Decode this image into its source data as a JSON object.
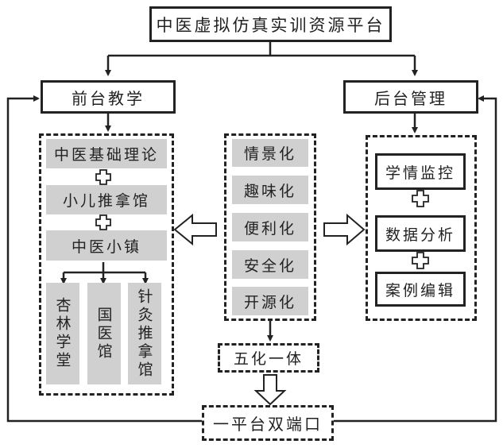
{
  "title": "中医虚拟仿真实训资源平台",
  "front": {
    "label": "前台教学",
    "modules": [
      "中医基础理论",
      "小儿推拿馆",
      "中医小镇"
    ],
    "town_sub": [
      "杏林学堂",
      "国医馆",
      "针灸推拿馆"
    ]
  },
  "back": {
    "label": "后台管理",
    "modules": [
      "学情监控",
      "数据分析",
      "案例编辑"
    ]
  },
  "features": [
    "情景化",
    "趣味化",
    "便利化",
    "安全化",
    "开源化"
  ],
  "integration": "五化一体",
  "bottom": "一平台双端口"
}
